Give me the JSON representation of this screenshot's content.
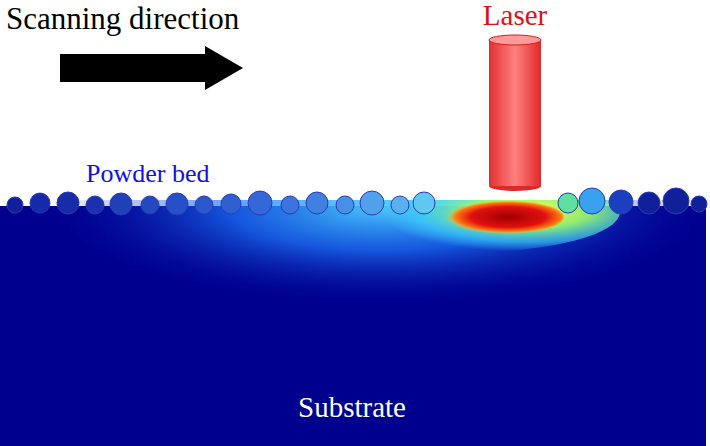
{
  "diagram": {
    "labels": [
      "Scanning direction",
      "Laser",
      "Powder bed",
      "Substrate"
    ]
  }
}
